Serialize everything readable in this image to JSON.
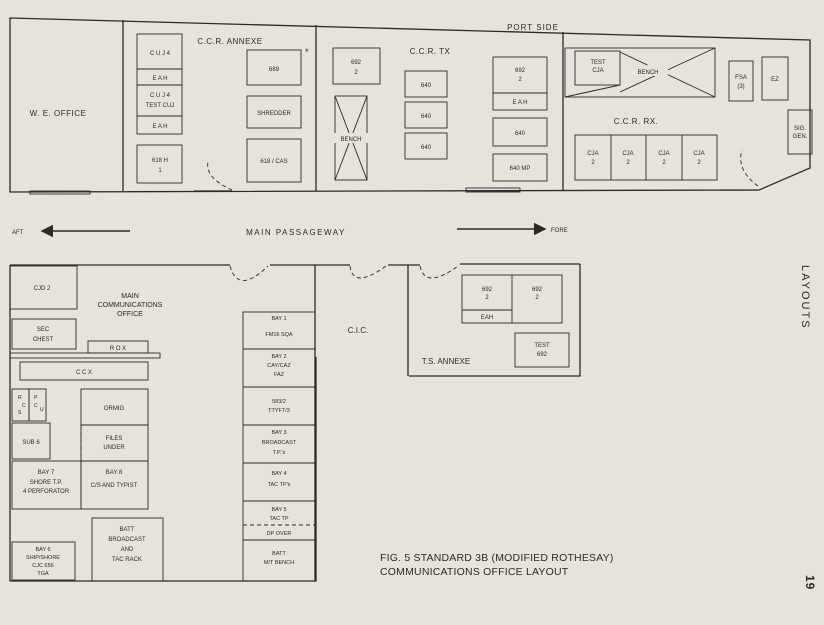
{
  "caption": {
    "line1": "FIG. 5 STANDARD 3B (MODIFIED ROTHESAY)",
    "line2": "COMMUNICATIONS OFFICE LAYOUT"
  },
  "side_label": "LAYOUTS",
  "page_number": "19",
  "labels": {
    "port_side": "PORT SIDE",
    "we_office": "W. E. OFFICE",
    "ccr_annexe": "C.C.R. ANNEXE",
    "ccr_tx": "C.C.R. TX",
    "ccr_rx": "C.C.R. RX.",
    "main_passageway": "MAIN  PASSAGEWAY",
    "aft": "AFT",
    "fore": "FORE",
    "main_comms_1": "MAIN",
    "main_comms_2": "COMMUNICATIONS",
    "main_comms_3": "OFFICE",
    "cic": "C.I.C.",
    "ts_annexe": "T.S. ANNEXE",
    "asterisk": "*"
  },
  "upper_items": {
    "cuj4_a": "C U J 4",
    "eah_a": "E A H",
    "cuj4_b1": "C U J 4",
    "cuj4_b2": "TEST CUJ",
    "eah_b": "E A H",
    "e618_1": "618 H",
    "e618_2": "1",
    "e689": "689",
    "shredder": "SHREDDER",
    "e618cas": "618 / CAS",
    "e692a_1": "692",
    "e692a_2": "2",
    "bench_tx": "BENCH",
    "e640_1": "640",
    "e640_2": "640",
    "e640_3": "640",
    "e692b_1": "692",
    "e692b_2": "2",
    "eah_c": "E A H",
    "e640_4": "640",
    "e640mp": "640 MP",
    "test_cja_1": "TEST",
    "test_cja_2": "CJA",
    "bench_rx": "BENCH",
    "fsa_1": "FSA",
    "fsa_2": "(3)",
    "ez": "EZ",
    "siggen_1": "SIG.",
    "siggen_2": "GEN.",
    "cja_1a": "CJA",
    "cja_1b": "2",
    "cja_2a": "CJA",
    "cja_2b": "2",
    "cja_3a": "CJA",
    "cja_3b": "2",
    "cja_4a": "CJA",
    "cja_4b": "2"
  },
  "lower_items": {
    "cjd2": "CJD 2",
    "sec_chest_1": "SEC",
    "sec_chest_2": "CHEST",
    "rox": "R O X",
    "ccx": "C C X",
    "rcs_r": "R",
    "rcs_c": "C",
    "rcs_s": "S",
    "pcu_p": "P",
    "pcu_c": "C",
    "pcu_u": "U",
    "ormig": "ORMIG",
    "sub6": "SUB 6",
    "files_1": "FILES",
    "files_2": "UNDER",
    "bay7_1": "BAY 7",
    "bay7_2": "SHORE T.P.",
    "bay7_3": "4 PERFORATOR",
    "bay8_1": "BAY 8",
    "bay8_2": "C/S AND TYPIST",
    "batt_rack_1": "BATT",
    "batt_rack_2": "BROADCAST",
    "batt_rack_3": "AND",
    "batt_rack_4": "TAC RACK",
    "bay6_1": "BAY 6",
    "bay6_2": "SHIP/SHORE",
    "bay6_3": "CJC 656",
    "bay6_4": "TGA",
    "bay1_1": "BAY 1",
    "bay1_2": "FM16  SQA",
    "bay2_1": "BAY 2",
    "bay2_2": "CAY/CAZ",
    "bay2_3": "FAZ",
    "bay_583_1": "583/2",
    "bay_583_2": "TTYFT/3",
    "bay3_1": "BAY 3",
    "bay3_2": "BROADCAST",
    "bay3_3": "T.P.'s",
    "bay4_1": "BAY 4",
    "bay4_2": "TAC  TP's",
    "bay5_1": "BAY 5",
    "bay5_2": "TAC  TP",
    "dp_over": "DP OVER",
    "batt_mt_1": "BATT",
    "batt_mt_2": "M/T BENCH",
    "ts692a_1": "692",
    "ts692a_2": "2",
    "ts692b_1": "692",
    "ts692b_2": "2",
    "ts_eah": "EAH",
    "ts_test_1": "TEST",
    "ts_test_2": "692"
  }
}
